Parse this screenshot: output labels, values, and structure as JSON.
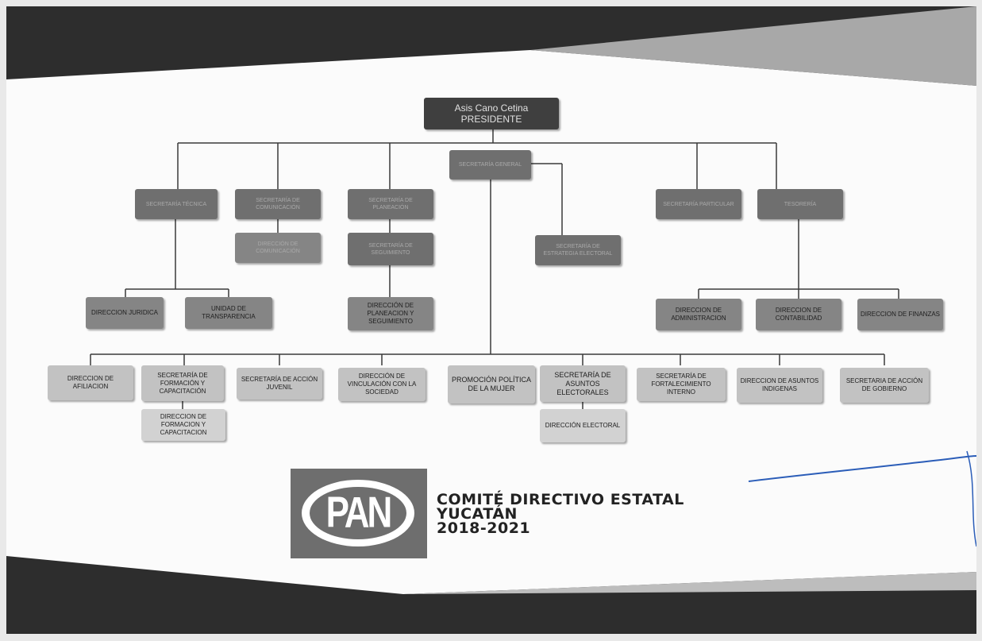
{
  "colors": {
    "dark_box": "#3f3f3f",
    "mid_box": "#6f6f6f",
    "light_box": "#c2c2c2",
    "band": "#2d2d2d",
    "ink_blue": "#2b5db8"
  },
  "org": {
    "president": {
      "line1": "Asis Cano Cetina",
      "line2": "PRESIDENTE"
    },
    "secretaria_general": "SECRETARÍA GENERAL",
    "left_group": {
      "box1": "SECRETARÍA TÉCNICA",
      "box2": "SECRETARÍA DE COMUNICACIÓN",
      "box2_sub": "DIRECCIÓN DE COMUNICACIÓN",
      "box3": "SECRETARÍA DE PLANEACIÓN",
      "box3_sub": "SECRETARÍA DE SEGUIMIENTO",
      "juridica": "DIRECCION JURIDICA",
      "transparencia": "UNIDAD DE TRANSPARENCIA",
      "planeacion": "DIRECCIÓN DE PLANEACION Y SEGUIMIENTO"
    },
    "center_sub": "SECRETARÍA DE ESTRATEGIA ELECTORAL",
    "right_group": {
      "box1": "SECRETARÍA PARTICULAR",
      "box2": "TESORERÍA",
      "administracion": "DIRECCION DE ADMINISTRACION",
      "contabilidad": "DIRECCION DE CONTABILIDAD",
      "finanzas": "DIRECCION DE FINANZAS"
    },
    "bottom_row": [
      "DIRECCION DE AFILIACION",
      "SECRETARÍA DE FORMACIÓN Y CAPACITACIÓN",
      "SECRETARÍA DE ACCIÓN JUVENIL",
      "DIRECCIÓN DE VINCULACIÓN CON LA SOCIEDAD",
      "PROMOCIÓN POLÍTICA DE LA MUJER",
      "SECRETARÍA DE ASUNTOS ELECTORALES",
      "SECRETARÍA DE FORTALECIMIENTO INTERNO",
      "DIRECCION DE ASUNTOS INDIGENAS",
      "SECRETARIA DE ACCIÓN DE GOBIERNO"
    ],
    "formacion_sub": "DIRECCION DE FORMACION Y CAPACITACION",
    "electoral_sub": "DIRECCIÓN ELECTORAL"
  },
  "logo": {
    "text": "PAN"
  },
  "committee": {
    "line1": "COMITÉ DIRECTIVO ESTATAL",
    "line2": "YUCATÁN",
    "line3": "2018-2021"
  }
}
